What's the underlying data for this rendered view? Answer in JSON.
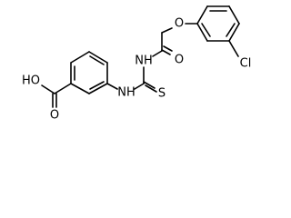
{
  "structure": {
    "atom_labels": {
      "hydroxyl": "HO",
      "carboxyl_oxygen": "O",
      "amine_nh_lower": "NH",
      "amine_nh_upper": "NH",
      "amide_oxygen": "O",
      "thione_sulfur": "S",
      "ether_oxygen": "O",
      "chlorine": "Cl"
    }
  }
}
